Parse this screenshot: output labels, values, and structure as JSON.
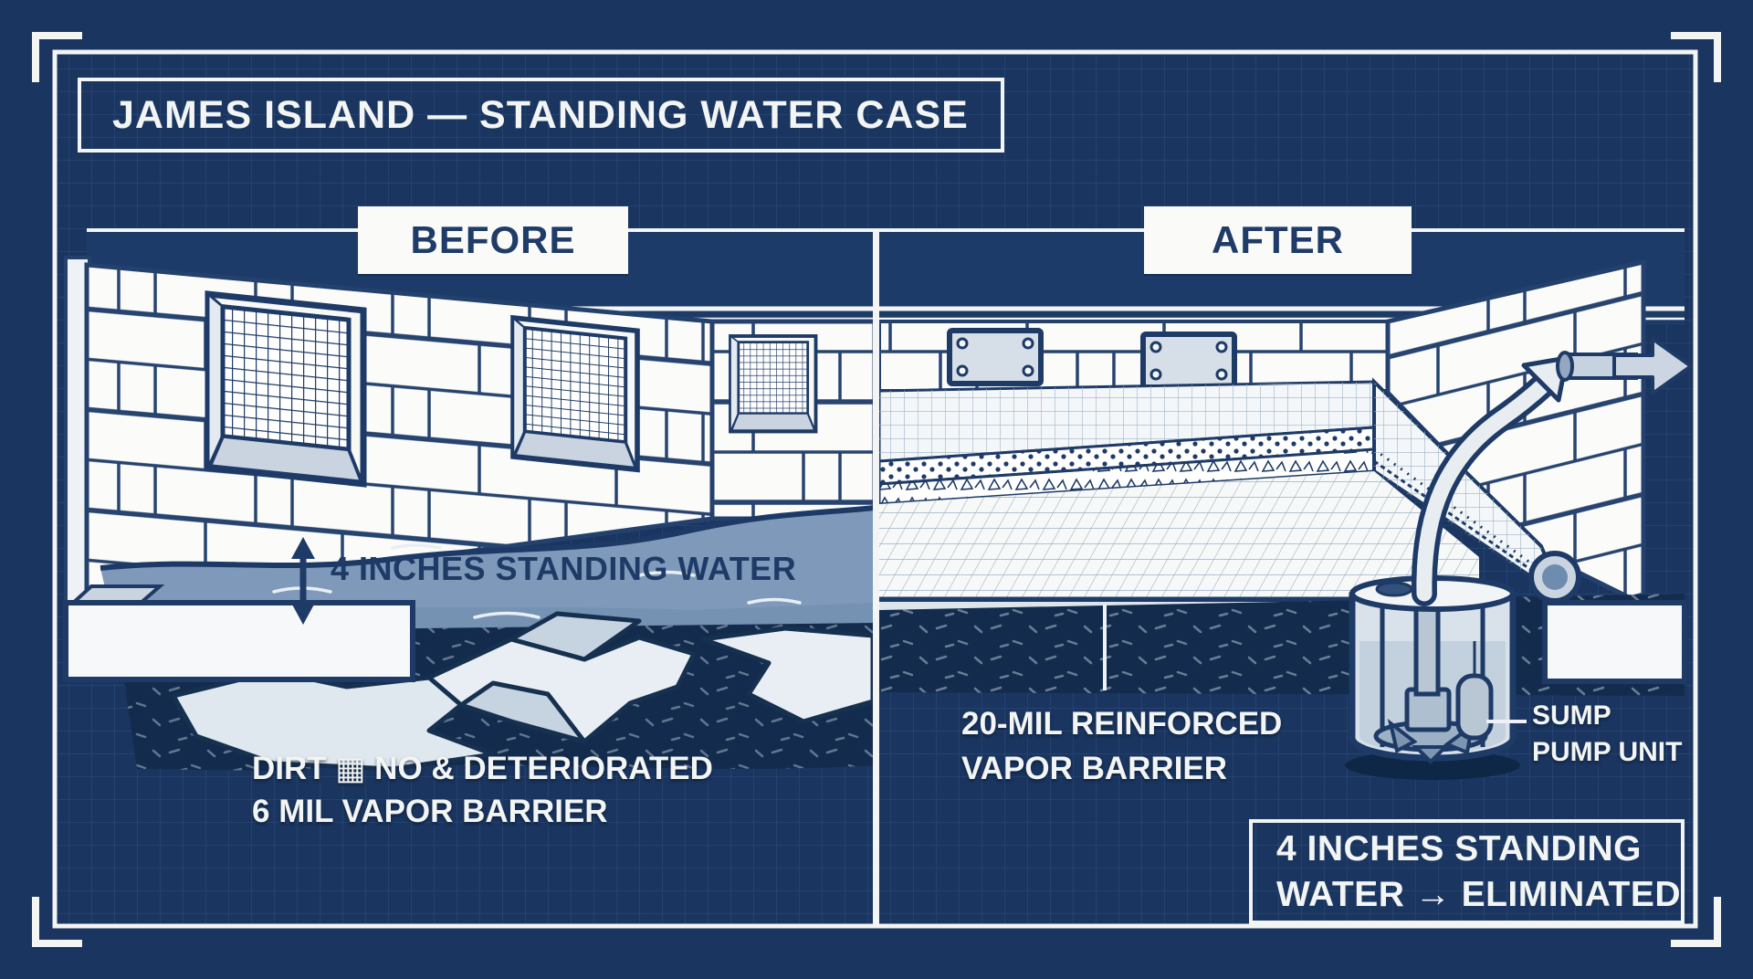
{
  "title": "JAMES ISLAND — STANDING WATER CASE",
  "panels": {
    "before_label": "BEFORE",
    "after_label": "AFTER"
  },
  "before": {
    "water_depth_label": "4 INCHES STANDING WATER",
    "floor_caption_line1": "DIRT ▦ NO & DETERIORATED",
    "floor_caption_line2": "6 MIL VAPOR BARRIER"
  },
  "after": {
    "barrier_label_line1": "20-MIL REINFORCED",
    "barrier_label_line2": "VAPOR BARRIER",
    "sump_label_line1": "SUMP",
    "sump_label_line2": "PUMP UNIT",
    "result_line1": "4 INCHES STANDING",
    "result_line2": "WATER → ELIMINATED"
  },
  "icons": {
    "measure_arrow": "double-headed-vertical-arrow",
    "discharge_arrow": "right-arrow",
    "flow_arrow": "curved-up-right-arrow"
  },
  "colors": {
    "background_navy": "#1A355F",
    "ink_navy": "#1E3A66",
    "frame_white": "#F2F5F3",
    "water_slate": "#7E99B9",
    "steel_gray": "#CCD6E2",
    "soil_dark": "#122C4E"
  }
}
